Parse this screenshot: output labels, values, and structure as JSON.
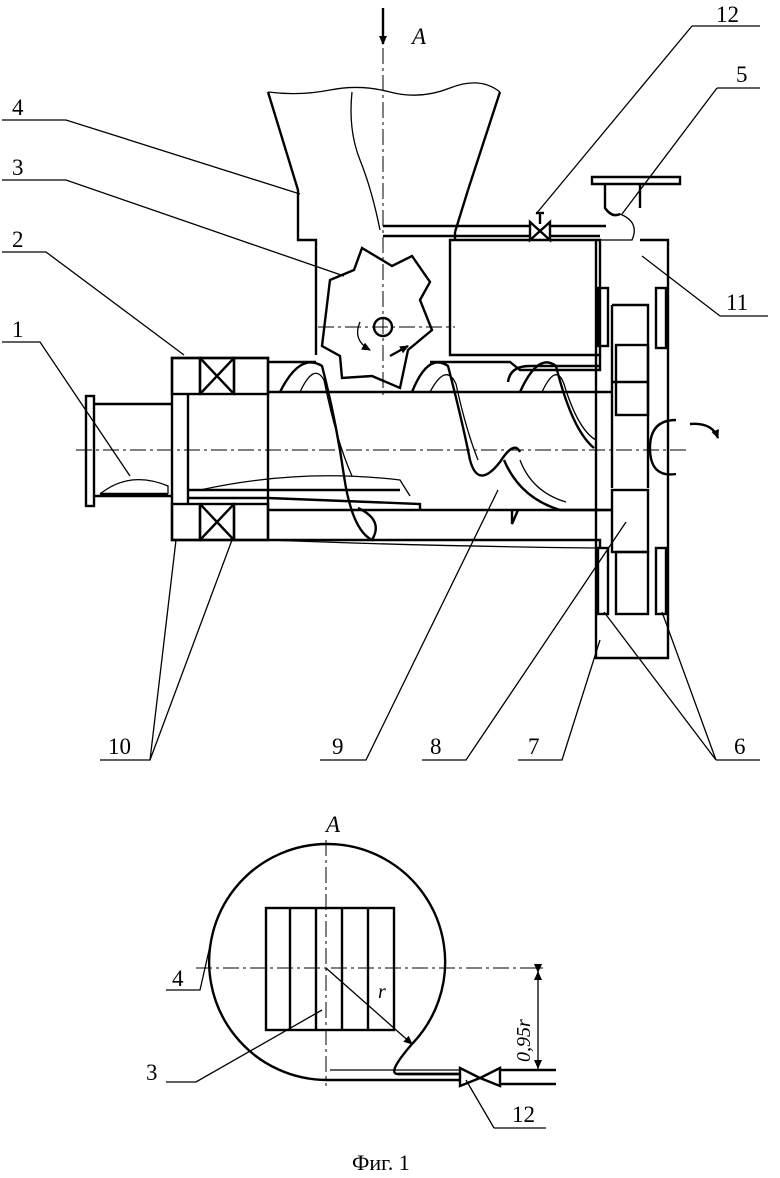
{
  "figure": {
    "caption": "Фиг. 1",
    "view_label_top": "A",
    "view_label_section": "A"
  },
  "main_view": {
    "callouts": [
      "1",
      "2",
      "3",
      "4",
      "5",
      "6",
      "7",
      "8",
      "9",
      "10",
      "11",
      "12"
    ]
  },
  "section_view": {
    "callouts": [
      "3",
      "4",
      "12"
    ],
    "radius_label": "r",
    "offset_dimension": "0,95r"
  }
}
